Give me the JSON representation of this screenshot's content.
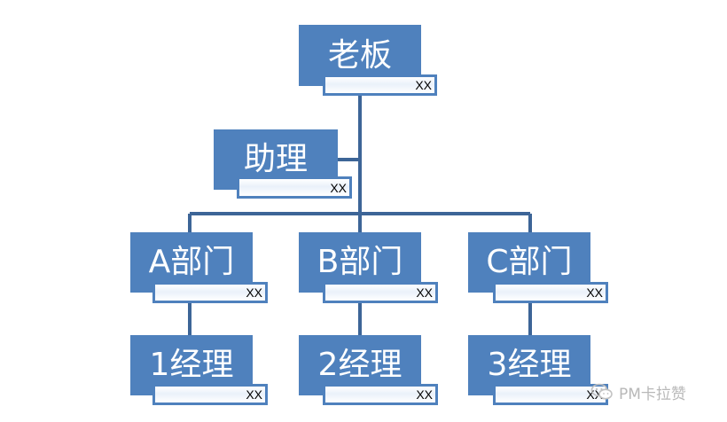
{
  "org_chart": {
    "boss": {
      "title": "老板",
      "tag": "XX"
    },
    "assistant": {
      "title": "助理",
      "tag": "XX"
    },
    "departments": [
      {
        "title": "A部门",
        "tag": "XX",
        "manager": {
          "title": "1经理",
          "tag": "XX"
        }
      },
      {
        "title": "B部门",
        "tag": "XX",
        "manager": {
          "title": "2经理",
          "tag": "XX"
        }
      },
      {
        "title": "C部门",
        "tag": "XX",
        "manager": {
          "title": "3经理",
          "tag": "XX"
        }
      }
    ]
  },
  "watermark": {
    "text": "PM卡拉赞",
    "icon": "wechat-icon"
  },
  "colors": {
    "box": "#4f81bd",
    "connector": "#3d6597",
    "tag_border": "#4f81bd"
  }
}
